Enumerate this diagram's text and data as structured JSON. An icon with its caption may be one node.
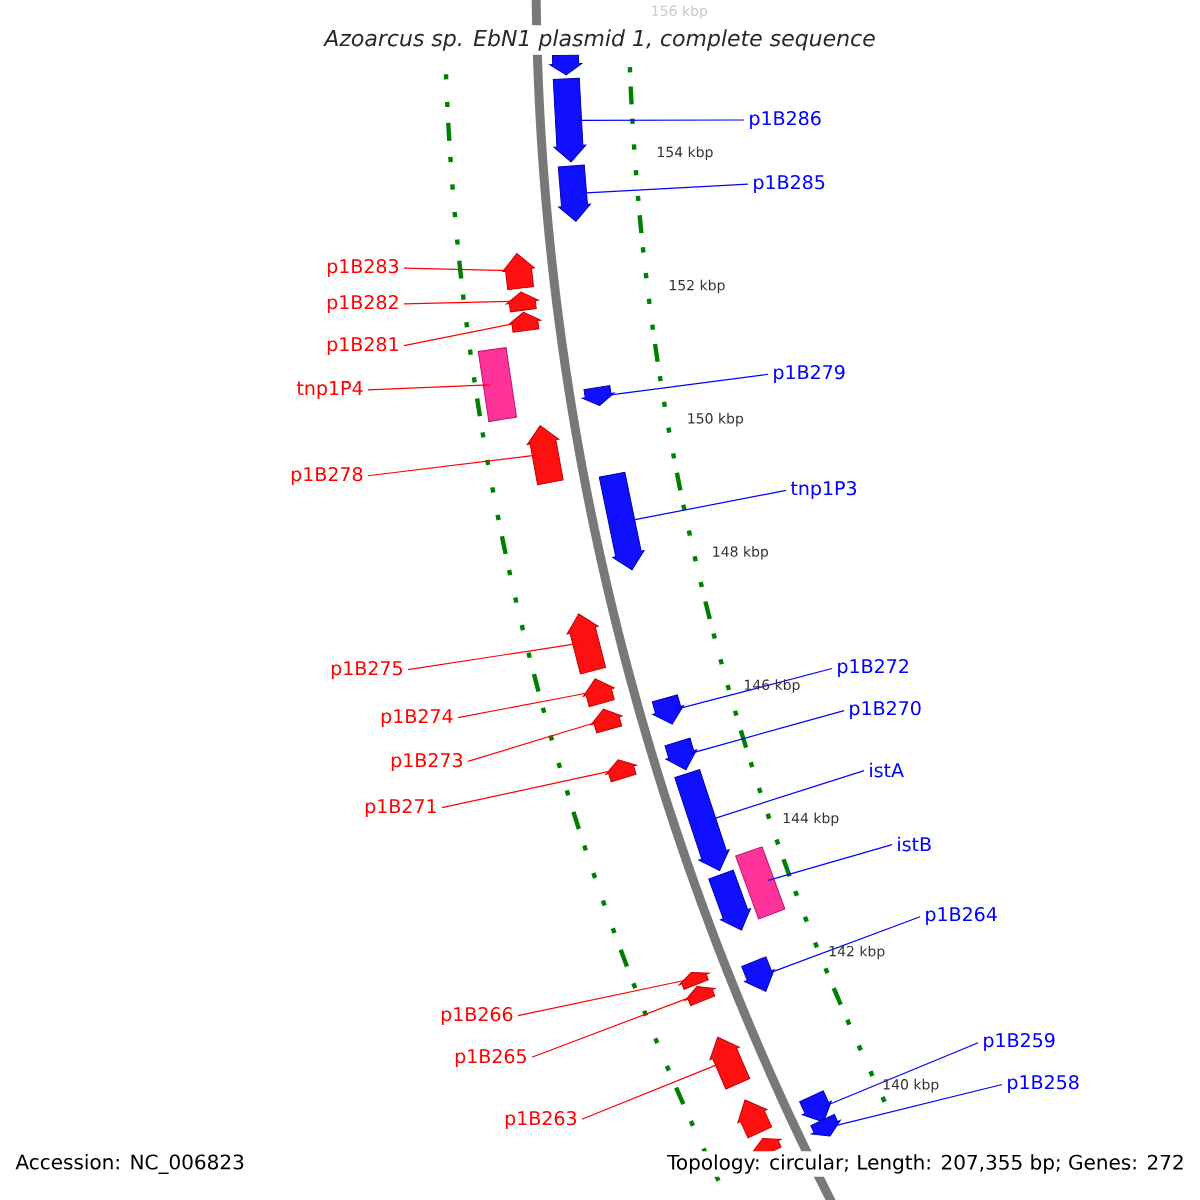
{
  "diagram": {
    "title": "Azoarcus sp. EbN1 plasmid 1, complete sequence",
    "nodes": [
      {
        "text": [
          "p1B286"
        ]
      },
      {
        "text": [],
        "shape": "arrow"
      },
      {
        "text": [
          "p1B285"
        ]
      },
      {
        "text": [],
        "shape": "arrow"
      },
      {
        "text": [
          "p1B283"
        ]
      },
      {
        "text": [],
        "shape": "arrow"
      },
      {
        "text": [
          "p1B282"
        ]
      },
      {
        "text": [],
        "shape": "arrow"
      },
      {
        "text": [
          "p1B281"
        ]
      },
      {
        "text": [],
        "shape": "arrow"
      },
      {
        "text": [
          "tnp1P4"
        ]
      },
      {
        "text": [],
        "shape": "box"
      },
      {
        "text": [
          "p1B279"
        ]
      },
      {
        "text": [],
        "shape": "arrow"
      },
      {
        "text": [
          "p1B278"
        ]
      },
      {
        "text": [],
        "shape": "arrow"
      },
      {
        "text": [
          "tnp1P3"
        ]
      },
      {
        "text": [],
        "shape": "arrow"
      },
      {
        "text": [
          "p1B275"
        ]
      },
      {
        "text": [],
        "shape": "arrow"
      },
      {
        "text": [
          "p1B272"
        ]
      },
      {
        "text": [],
        "shape": "arrow"
      },
      {
        "text": [
          "p1B274"
        ]
      },
      {
        "text": [],
        "shape": "arrow"
      },
      {
        "text": [
          "p1B270"
        ]
      },
      {
        "text": [],
        "shape": "arrow"
      },
      {
        "text": [
          "p1B273"
        ]
      },
      {
        "text": [],
        "shape": "arrow"
      },
      {
        "text": [
          "istA"
        ]
      },
      {
        "text": [],
        "shape": "arrow"
      },
      {
        "text": [
          "p1B271"
        ]
      },
      {
        "text": [],
        "shape": "arrow"
      },
      {
        "text": [
          "istB"
        ]
      },
      {
        "text": [],
        "shape": "box"
      },
      {
        "text": [
          "p1B264"
        ]
      },
      {
        "text": [],
        "shape": "arrow"
      },
      {
        "text": [
          "p1B266"
        ]
      },
      {
        "text": [],
        "shape": "arrow"
      },
      {
        "text": [
          "p1B265"
        ]
      },
      {
        "text": [],
        "shape": "arrow"
      },
      {
        "text": [
          "p1B259"
        ]
      },
      {
        "text": [],
        "shape": "arrow"
      },
      {
        "text": [
          "p1B263"
        ]
      },
      {
        "text": [],
        "shape": "arrow"
      },
      {
        "text": [
          "p1B258"
        ]
      },
      {
        "text": [],
        "shape": "arrow"
      },
      {
        "text": [],
        "shape": "arrow"
      },
      {
        "text": [],
        "shape": "arrow"
      },
      {
        "text": [],
        "shape": "arrow"
      },
      {
        "text": [],
        "shape": "arrow"
      }
    ],
    "edges": [
      {
        "from": 0,
        "to": 1,
        "arrow": "none",
        "color": "#0000ff"
      },
      {
        "from": 2,
        "to": 3,
        "arrow": "none",
        "color": "#0000ff"
      },
      {
        "from": 4,
        "to": 5,
        "arrow": "none"
      },
      {
        "from": 6,
        "to": 7,
        "arrow": "none"
      },
      {
        "from": 8,
        "to": 9,
        "arrow": "none"
      },
      {
        "from": 10,
        "to": 11,
        "arrow": "none"
      },
      {
        "from": 12,
        "to": 13,
        "arrow": "none",
        "color": "#0000ff"
      },
      {
        "from": 14,
        "to": 15,
        "arrow": "none"
      },
      {
        "from": 16,
        "to": 17,
        "arrow": "none",
        "color": "#0000ff"
      },
      {
        "from": 18,
        "to": 19,
        "arrow": "none"
      },
      {
        "from": 20,
        "to": 21,
        "arrow": "none",
        "color": "#0000ff"
      },
      {
        "from": 22,
        "to": 23,
        "arrow": "none"
      },
      {
        "from": 24,
        "to": 25,
        "arrow": "none",
        "color": "#0000ff"
      },
      {
        "from": 26,
        "to": 27,
        "arrow": "none"
      },
      {
        "from": 28,
        "to": 29,
        "arrow": "none",
        "color": "#0000ff"
      },
      {
        "from": 30,
        "to": 31,
        "arrow": "none"
      },
      {
        "from": 32,
        "to": 33,
        "arrow": "none",
        "color": "#0000ff"
      },
      {
        "from": 34,
        "to": 35,
        "arrow": "none",
        "color": "#0000ff"
      },
      {
        "from": 36,
        "to": 37,
        "arrow": "none"
      },
      {
        "from": 38,
        "to": 39,
        "arrow": "none"
      },
      {
        "from": 40,
        "to": 41,
        "arrow": "none",
        "color": "#0000ff"
      },
      {
        "from": 42,
        "to": 43,
        "arrow": "none"
      },
      {
        "from": 44,
        "to": 45,
        "arrow": "none",
        "color": "#0000ff"
      }
    ],
    "labels": [
      "156 kbp",
      "154 kbp",
      "152 kbp",
      "150 kbp",
      "148 kbp",
      "146 kbp",
      "144 kbp",
      "142 kbp",
      "140 kbp",
      "Accession: NC_006823",
      "Topology: circular; Length: 207,355 bp; Genes: 272"
    ]
  }
}
